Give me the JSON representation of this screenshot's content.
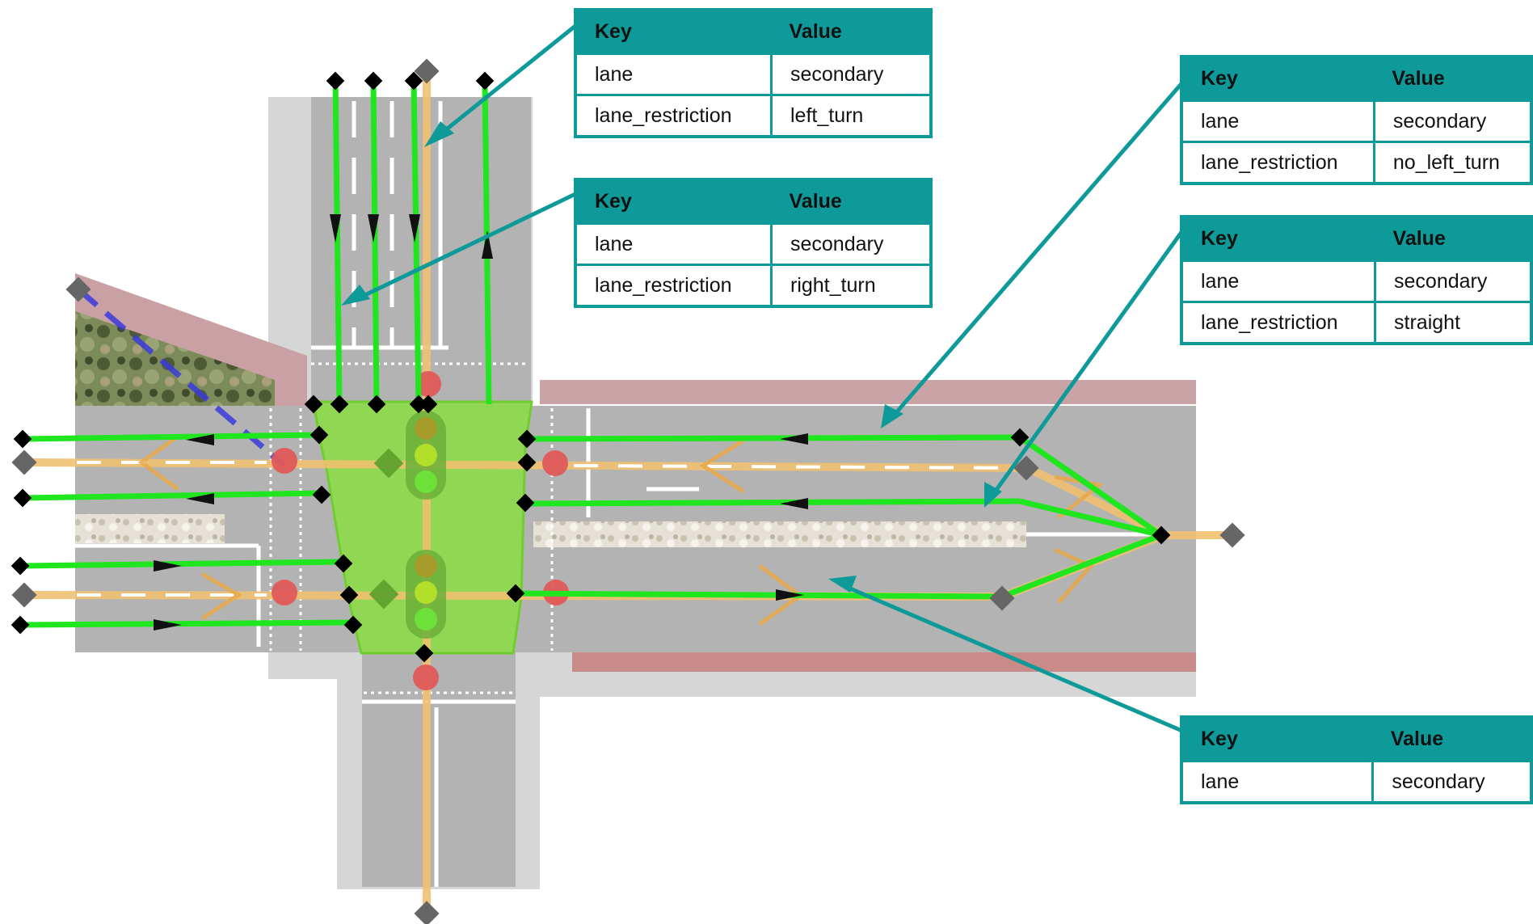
{
  "tables": [
    {
      "header": {
        "key": "Key",
        "value": "Value"
      },
      "rows": [
        {
          "key": "lane",
          "value": "secondary"
        },
        {
          "key": "lane_restriction",
          "value": "left_turn"
        }
      ]
    },
    {
      "header": {
        "key": "Key",
        "value": "Value"
      },
      "rows": [
        {
          "key": "lane",
          "value": "secondary"
        },
        {
          "key": "lane_restriction",
          "value": "right_turn"
        }
      ]
    },
    {
      "header": {
        "key": "Key",
        "value": "Value"
      },
      "rows": [
        {
          "key": "lane",
          "value": "secondary"
        },
        {
          "key": "lane_restriction",
          "value": "no_left_turn"
        }
      ]
    },
    {
      "header": {
        "key": "Key",
        "value": "Value"
      },
      "rows": [
        {
          "key": "lane",
          "value": "secondary"
        },
        {
          "key": "lane_restriction",
          "value": "straight"
        }
      ]
    },
    {
      "header": {
        "key": "Key",
        "value": "Value"
      },
      "rows": [
        {
          "key": "lane",
          "value": "secondary"
        }
      ]
    }
  ],
  "colors": {
    "road": "#b3b3b3",
    "sidewalk": "#d4d4d4",
    "bike_lane": "#c98a8a",
    "lane_line": "#1fe61f",
    "junction_area": "#8fd94f",
    "centerline": "#f2c36b",
    "callout": "#0e9a98",
    "stop_point": "#e05a5a",
    "crosswalk_line": "#0000ff"
  }
}
